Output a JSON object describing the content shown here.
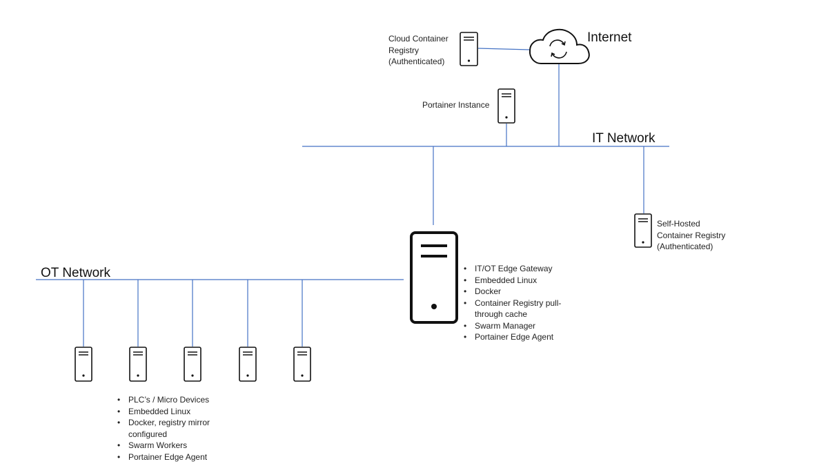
{
  "networks": {
    "internet": "Internet",
    "it": "IT Network",
    "ot": "OT Network"
  },
  "nodes": {
    "cloud_registry": {
      "label": "Cloud Container\nRegistry\n(Authenticated)"
    },
    "portainer_instance": {
      "label": "Portainer Instance"
    },
    "self_hosted_registry": {
      "label": "Self-Hosted\nContainer Registry\n(Authenticated)"
    }
  },
  "gateway": {
    "bullets": [
      "IT/OT Edge Gateway",
      "Embedded Linux",
      "Docker",
      "Container Registry pull-\nthrough cache",
      "Swarm Manager",
      "Portainer Edge Agent"
    ]
  },
  "ot_devices": {
    "bullets": [
      "PLC’s / Micro Devices",
      "Embedded Linux",
      "Docker, registry mirror\nconfigured",
      "Swarm Workers",
      "Portainer Edge Agent"
    ]
  },
  "colors": {
    "line": "#4472c4",
    "icon_stroke": "#111111"
  },
  "icons": [
    "server-icon",
    "cloud-icon",
    "sync-icon"
  ]
}
